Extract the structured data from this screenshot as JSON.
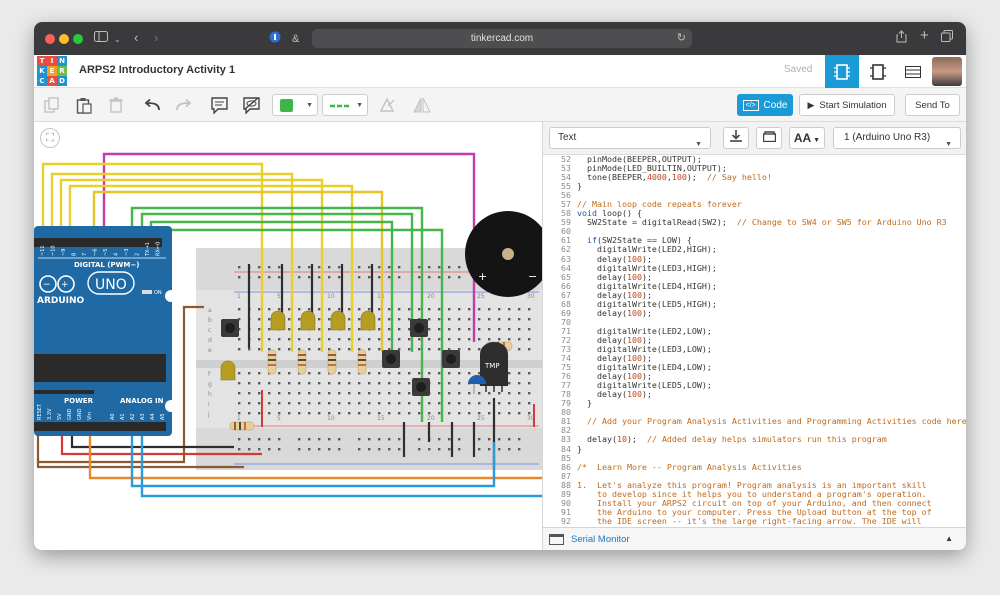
{
  "browser": {
    "url": "tinkercad.com"
  },
  "header": {
    "logo_letters": [
      "T",
      "I",
      "N",
      "K",
      "E",
      "R",
      "C",
      "A",
      "D"
    ],
    "logo_colors": [
      "#e84d3d",
      "#e84d3d",
      "#1f92d1",
      "#1f92d1",
      "#f4a11f",
      "#6cbf45",
      "#1f92d1",
      "#e84d3d",
      "#1f92d1"
    ],
    "title": "ARPS2 Introductory Activity 1",
    "status": "Saved"
  },
  "toolbar": {
    "color_value": "#3cb54a",
    "code_label": "Code",
    "start_simulation_label": "Start Simulation",
    "send_to_label": "Send To"
  },
  "code_panel": {
    "mode": "Text",
    "font_button": "AA",
    "device": "1 (Arduino Uno R3)",
    "serial_monitor_label": "Serial Monitor",
    "lines": [
      {
        "n": "52",
        "t": "  pinMode(BEEPER,OUTPUT);"
      },
      {
        "n": "53",
        "t": "  pinMode(LED_BUILTIN,OUTPUT);"
      },
      {
        "n": "54",
        "t": "  tone(BEEPER,4000,100);  // Say hello!"
      },
      {
        "n": "55",
        "t": "}"
      },
      {
        "n": "56",
        "t": ""
      },
      {
        "n": "57",
        "t": "// Main loop code repeats forever"
      },
      {
        "n": "58",
        "t": "void loop() {"
      },
      {
        "n": "59",
        "t": "  SW2State = digitalRead(SW2);  // Change to SW4 or SW5 for Arduino Uno R3"
      },
      {
        "n": "60",
        "t": ""
      },
      {
        "n": "61",
        "t": "  if(SW2State == LOW) {"
      },
      {
        "n": "62",
        "t": "    digitalWrite(LED2,HIGH);"
      },
      {
        "n": "63",
        "t": "    delay(100);"
      },
      {
        "n": "64",
        "t": "    digitalWrite(LED3,HIGH);"
      },
      {
        "n": "65",
        "t": "    delay(100);"
      },
      {
        "n": "66",
        "t": "    digitalWrite(LED4,HIGH);"
      },
      {
        "n": "67",
        "t": "    delay(100);"
      },
      {
        "n": "68",
        "t": "    digitalWrite(LED5,HIGH);"
      },
      {
        "n": "69",
        "t": "    delay(100);"
      },
      {
        "n": "70",
        "t": ""
      },
      {
        "n": "71",
        "t": "    digitalWrite(LED2,LOW);"
      },
      {
        "n": "72",
        "t": "    delay(100);"
      },
      {
        "n": "73",
        "t": "    digitalWrite(LED3,LOW);"
      },
      {
        "n": "74",
        "t": "    delay(100);"
      },
      {
        "n": "75",
        "t": "    digitalWrite(LED4,LOW);"
      },
      {
        "n": "76",
        "t": "    delay(100);"
      },
      {
        "n": "77",
        "t": "    digitalWrite(LED5,LOW);"
      },
      {
        "n": "78",
        "t": "    delay(100);"
      },
      {
        "n": "79",
        "t": "  }"
      },
      {
        "n": "80",
        "t": ""
      },
      {
        "n": "81",
        "t": "  // Add your Program Analysis Activities and Programming Activities code here:"
      },
      {
        "n": "82",
        "t": ""
      },
      {
        "n": "83",
        "t": "  delay(10);  // Added delay helps simulators run this program"
      },
      {
        "n": "84",
        "t": "}"
      },
      {
        "n": "85",
        "t": ""
      },
      {
        "n": "86",
        "t": "/*  Learn More -- Program Analysis Activities"
      },
      {
        "n": "87",
        "t": ""
      },
      {
        "n": "88",
        "t": "1.  Let's analyze this program! Program analysis is an important skill"
      },
      {
        "n": "89",
        "t": "    to develop since it helps you to understand a program's operation."
      },
      {
        "n": "90",
        "t": "    Install your ARPS2 circuit on top of your Arduino, and then connect"
      },
      {
        "n": "91",
        "t": "    the Arduino to your computer. Press the Upload button at the top of"
      },
      {
        "n": "92",
        "t": "    the IDE screen -- it's the large right-facing arrow. The IDE will"
      }
    ]
  },
  "circuit": {
    "arduino_digital_label": "DIGITAL (PWM~)",
    "arduino_brand": "ARDUINO",
    "arduino_model": "UNO",
    "arduino_on_label": "ON",
    "arduino_power_label": "POWER",
    "arduino_analog_label": "ANALOG IN",
    "digital_pins": [
      "~11",
      "~10",
      "~9",
      "8",
      "7",
      "~6",
      "~5",
      "4",
      "~3",
      "2",
      "TX→1",
      "RX←0"
    ],
    "power_pins": [
      "RESET",
      "3.3V",
      "5V",
      "GND",
      "GND",
      "Vin"
    ],
    "analog_pins": [
      "A0",
      "A1",
      "A2",
      "A3",
      "A4",
      "A5"
    ],
    "breadboard_col_labels": [
      "1",
      "5",
      "10",
      "15",
      "20",
      "25",
      "30"
    ],
    "breadboard_row_labels": [
      "a",
      "b",
      "c",
      "d",
      "e",
      "f",
      "g",
      "h",
      "i",
      "j"
    ],
    "temp_sensor_label": "TMP"
  }
}
